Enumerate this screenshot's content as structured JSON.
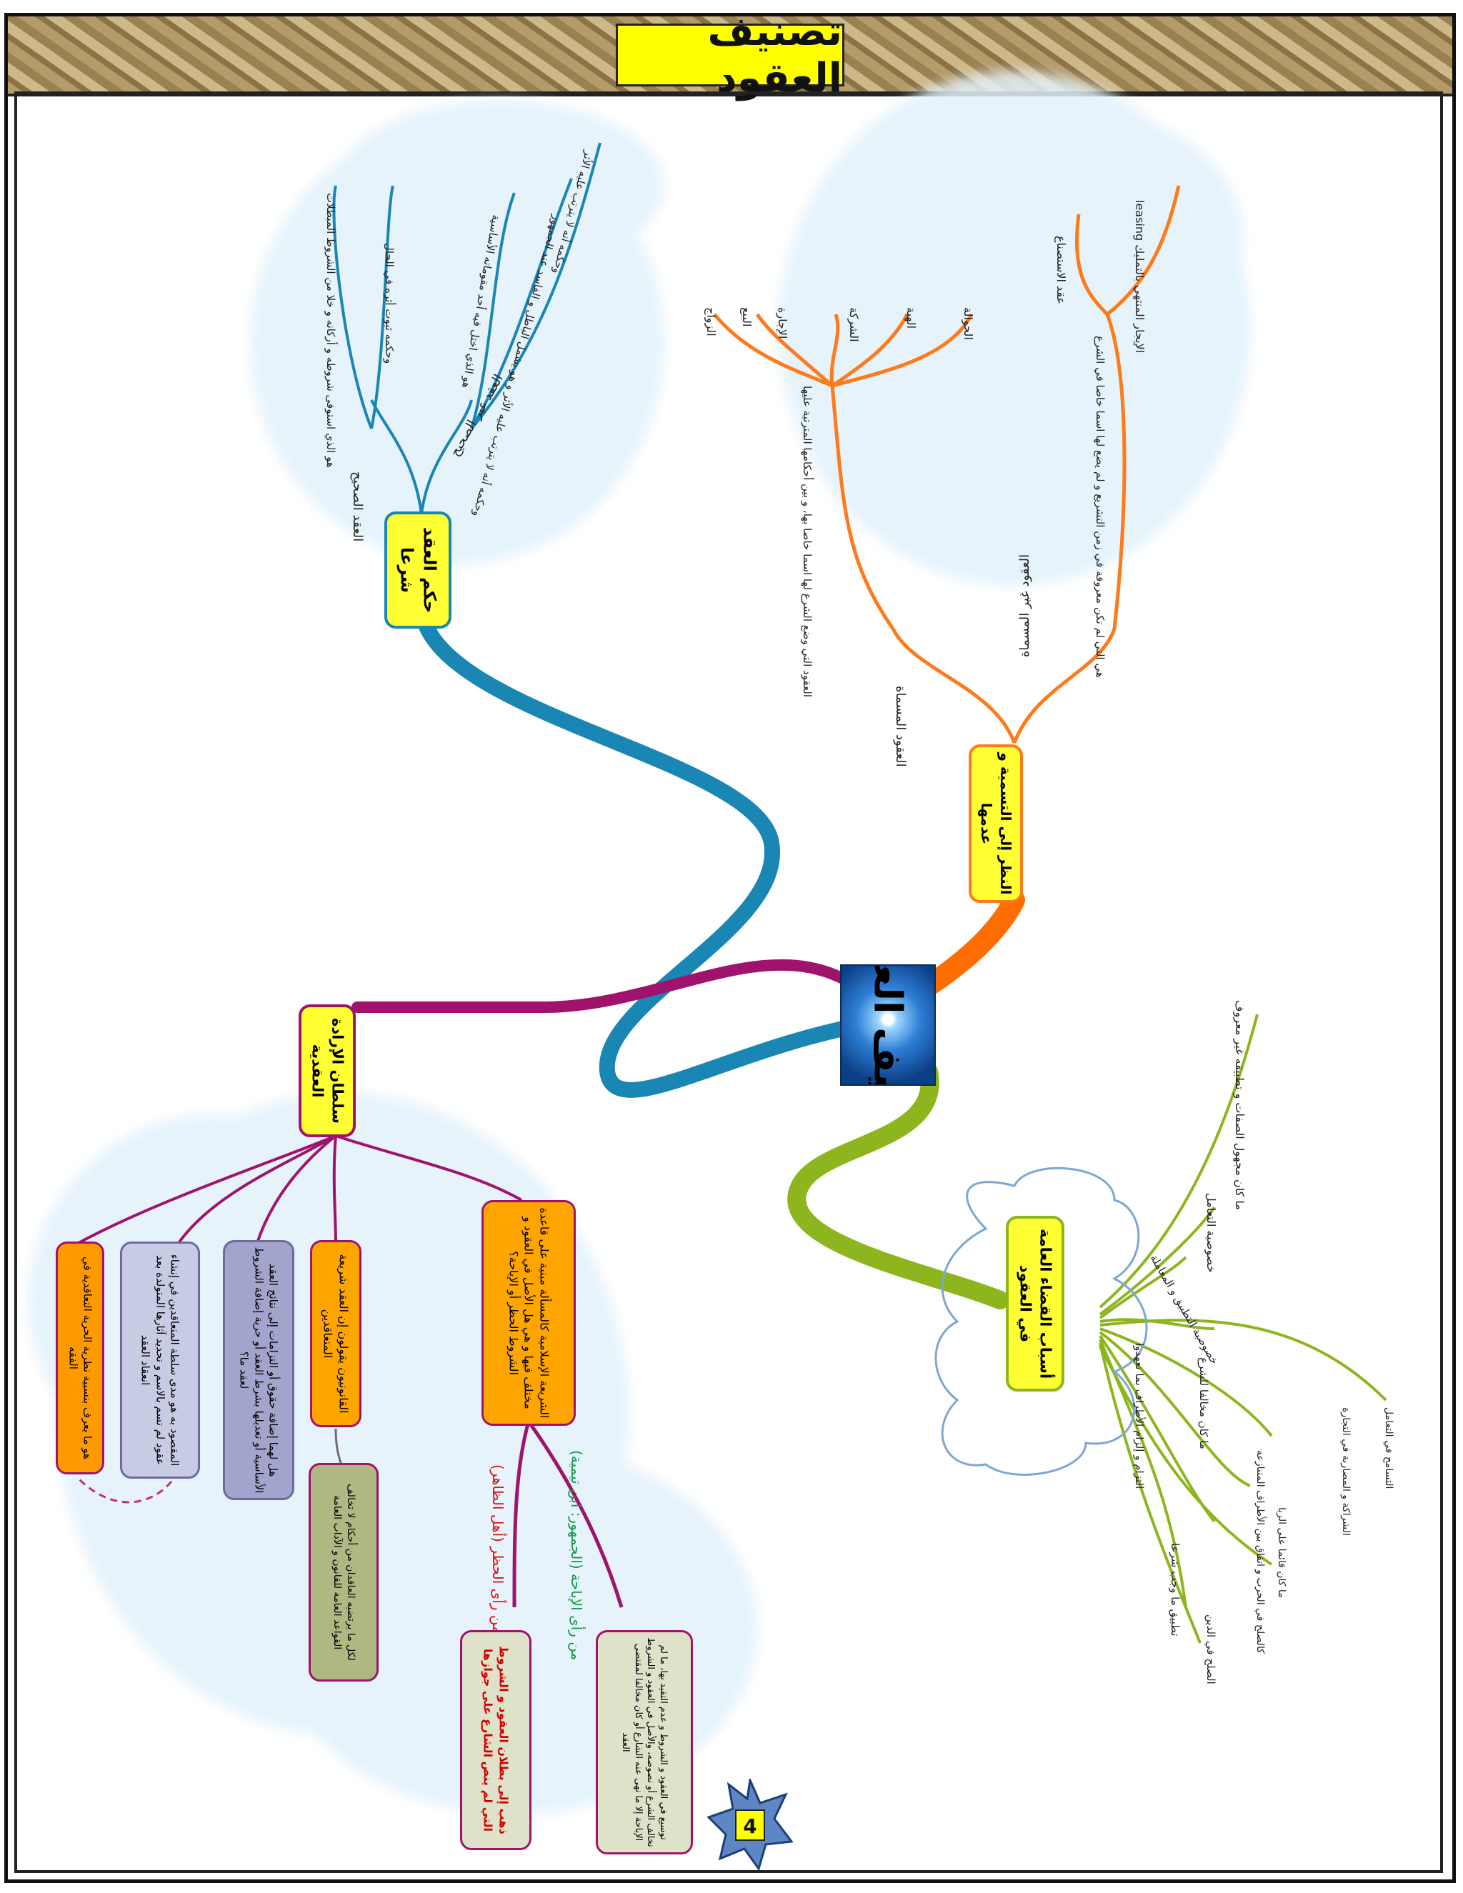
{
  "title": "تصنيف العقود",
  "center": "تصنيف العقود",
  "page_number": "4",
  "branches": {
    "top_blue": {
      "label": "حكم العقد شرعا",
      "sub1": "العقد الصحيح",
      "sub1_leaf": "هو الذي استوفى شروطه و أركانه و خلا من الشروط المبطلات",
      "sub1_leaf2": "وحكمه ثبوت أثره في الحال",
      "sub2": "العقد غير الصحيح",
      "sub2_leaf1": "هو الذي اختل فيه أحد مقوماته الأساسية",
      "sub2_leaf2": "وحكمه أنه لا يترتب عليه الأثر و هو يشمل الباطل و الفاسد عند الجمهور",
      "sub2_leaf3": "وحكمه أنه لا يترتب عليه الأثر"
    },
    "right_orange": {
      "label": "النظر إلى التسمية و عدمها",
      "sub1": "العقود المسماة",
      "sub1_desc": "العقود التي وضع الشرع لها اسما خاصا بها، و بين أحكامها المترتبة عليها",
      "sub1_leaves": [
        "البيع",
        "الإجارة",
        "الشركة",
        "الهبة",
        "الحوالة",
        "الزواج"
      ],
      "sub2": "العقود غير المسماة",
      "sub2_desc": "هي التي لم تكن معروفة في زمن التشريع و لم يضع لها اسما خاصا في الشرع",
      "sub2_leaves": [
        "عقد الاستصناع",
        "leasing الإيجار المنتهي بالتمليك"
      ]
    },
    "left_magenta": {
      "label": "سلطان الإرادة العقدية",
      "boxes": [
        "الشريعة الإسلامية كالمسألة مبنية على قاعدة مختلف فيها و هي هل الأصل في العقود و الشروط الحظر أو الإباحة؟",
        "القانونيون يقولون إن العقد شريعة المتعاقدين",
        "هل لهما إضافة حقوق أو التزامات إلى نتائج العقد الأساسية أو تعديلها بشرط العقد أو حرية إضافة الشروط لعقد ما؟",
        "المقصود به هو مدى سلطة المتعاقدين في إنشاء عقود لم تسم بالاسم و تحديد آثارها المتولدة بعد انعقاد العقد",
        "هو ما يعرف بنسبية نظرية الحرية التعاقدية في الفقه"
      ],
      "law_box": "لكل ما يرتضيه العاقدان من أحكام لا تخالف القواعد العامة للقانون و الآداب العامة",
      "opinion_red": "من رأى الحظر (أهل الظاهر)",
      "opinion_green": "من رأى الإباحة (الجمهور: ابن تيمية)",
      "red_box": "ذهب إلى بطلان العقود و الشروط التي لم ينص الشارع على جوازها",
      "green_box": "توسيع في العقود و الشروط و عدم التقيد بها، ما لم تخالف الشرع أو نصوصه، والأصل في العقود و الشروط الإباحة إلا ما نهى عنه الشارع أو كان مخالفا لمقتضى العقد"
    },
    "bottom_green": {
      "label": "أسباب القضاء العامة في العقود",
      "leaves": [
        "ما كان مجهول الصفات و تطبيقه غير معروف",
        "خصوصية التعامل",
        "خصوصية التطبيق و المعاملة",
        "التزام و إلزام الأطراف بما تعهدوا",
        "ما كان مخالفا للشرع",
        "كالصلح في الحرب و اتفاق بين الأطراف المتنازعة",
        "تطبيق ما وجب شرعا",
        "ما كان قائما على الربا",
        "الشراكة و المضاربة في التجارة",
        "الصلح في الدين",
        "التسامح في التعامل"
      ]
    }
  }
}
